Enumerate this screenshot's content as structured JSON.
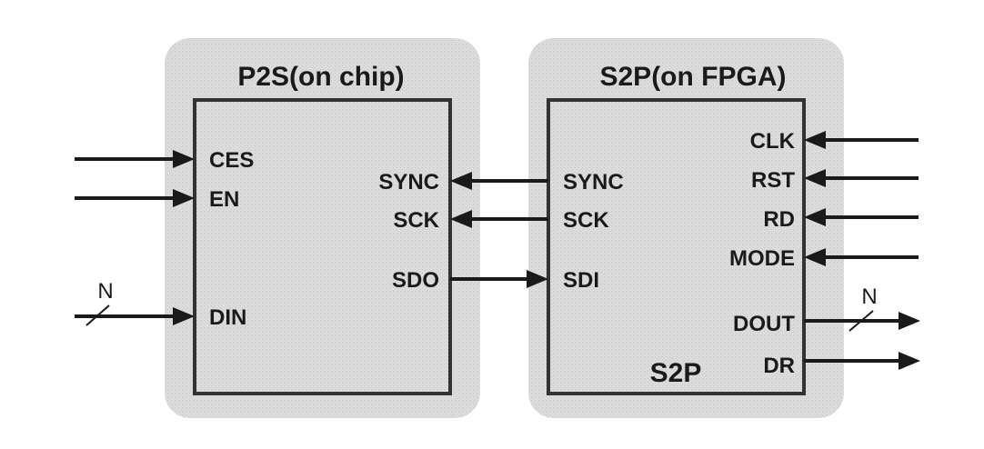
{
  "p2s": {
    "title": "P2S(on chip)",
    "inputs": {
      "ces": "CES",
      "en": "EN",
      "din": "DIN"
    },
    "outputs": {
      "sync": "SYNC",
      "sck": "SCK",
      "sdo": "SDO"
    }
  },
  "s2p": {
    "title": "S2P(on FPGA)",
    "block_label": "S2P",
    "left_ports": {
      "sync": "SYNC",
      "sck": "SCK",
      "sdi": "SDI"
    },
    "right_ports": {
      "clk": "CLK",
      "rst": "RST",
      "rd": "RD",
      "mode": "MODE",
      "dout": "DOUT",
      "dr": "DR"
    }
  },
  "bus_width_din": "N",
  "bus_width_dout": "N",
  "colors": {
    "panel": "#d9d9d9",
    "line": "#1a1a1a"
  }
}
